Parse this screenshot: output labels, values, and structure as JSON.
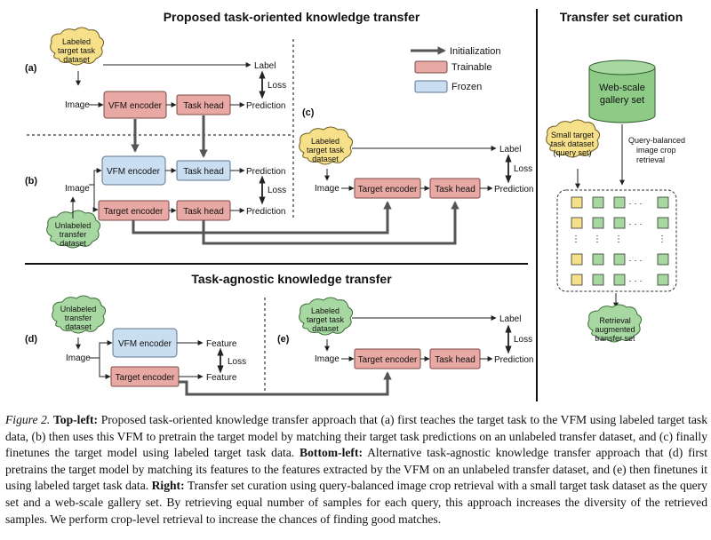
{
  "titles": {
    "proposed": "Proposed task-oriented knowledge transfer",
    "curation": "Transfer set curation",
    "agnostic": "Task-agnostic knowledge transfer"
  },
  "legend": {
    "initialization": "Initialization",
    "trainable": "Trainable",
    "frozen": "Frozen",
    "trainable_color": "#e8a8a3",
    "frozen_color": "#c9def0",
    "cloud_yellow": "#f6e08a",
    "cloud_green": "#a8d8a2"
  },
  "labels": {
    "a": "(a)",
    "b": "(b)",
    "c": "(c)",
    "d": "(d)",
    "e": "(e)"
  },
  "clouds": {
    "labeled_target": [
      "Labeled",
      "target task",
      "dataset"
    ],
    "unlabeled_transfer": [
      "Unlabeled",
      "transfer",
      "dataset"
    ],
    "small_target": [
      "Small target",
      "task dataset",
      "(query set)"
    ],
    "retrieval_set": [
      "Retrieval",
      "augmented",
      "transfer set"
    ]
  },
  "boxes": {
    "vfm_encoder": "VFM encoder",
    "task_head": "Task head",
    "target_encoder": "Target encoder"
  },
  "text": {
    "image": "Image",
    "label": "Label",
    "loss": "Loss",
    "prediction": "Prediction",
    "feature": "Feature",
    "gallery": [
      "Web-scale",
      "gallery set"
    ],
    "retrieval_note": [
      "Query-balanced",
      "image crop",
      "retrieval"
    ]
  },
  "caption": {
    "fig_label": "Figure 2.",
    "topleft_head": "Top-left:",
    "topleft_body": " Proposed task-oriented knowledge transfer approach that (a) first teaches the target task to the VFM using labeled target task data, (b) then uses this VFM to pretrain the target model by matching their target task predictions on an unlabeled transfer dataset, and (c) finally finetunes the target model using labeled target task data. ",
    "bottomleft_head": "Bottom-left:",
    "bottomleft_body": " Alternative task-agnostic knowledge transfer approach that (d) first pretrains the target model by matching its features to the features extracted by the VFM on an unlabeled transfer dataset, and (e) then finetunes it using labeled target task data. ",
    "right_head": "Right:",
    "right_body": " Transfer set curation using query-balanced image crop retrieval with a small target task dataset as the query set and a web-scale gallery set. By retrieving equal number of samples for each query, this approach increases the diversity of the retrieved samples. We perform crop-level retrieval to increase the chances of finding good matches."
  }
}
